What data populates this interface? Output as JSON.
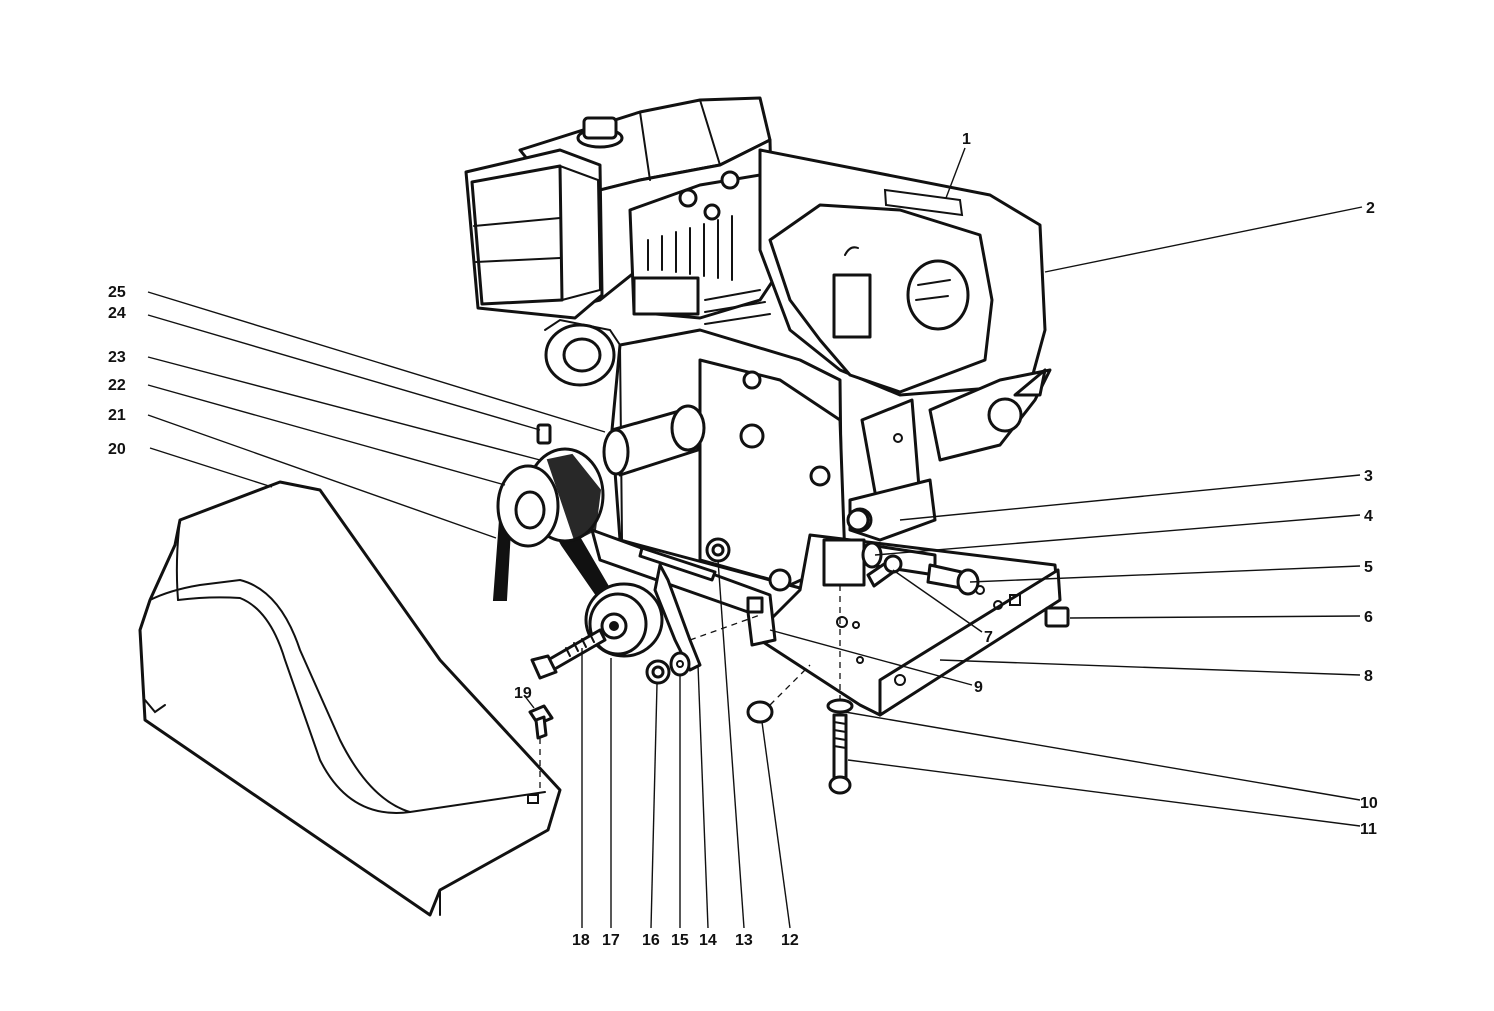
{
  "callouts": [
    {
      "num": "1"
    },
    {
      "num": "2"
    },
    {
      "num": "3"
    },
    {
      "num": "4"
    },
    {
      "num": "5"
    },
    {
      "num": "6"
    },
    {
      "num": "7"
    },
    {
      "num": "8"
    },
    {
      "num": "9"
    },
    {
      "num": "10"
    },
    {
      "num": "11"
    },
    {
      "num": "12"
    },
    {
      "num": "13"
    },
    {
      "num": "14"
    },
    {
      "num": "15"
    },
    {
      "num": "16"
    },
    {
      "num": "17"
    },
    {
      "num": "18"
    },
    {
      "num": "19"
    },
    {
      "num": "20"
    },
    {
      "num": "21"
    },
    {
      "num": "22"
    },
    {
      "num": "23"
    },
    {
      "num": "24"
    },
    {
      "num": "25"
    }
  ],
  "colors": {
    "ink": "#111111",
    "paper": "#ffffff"
  }
}
